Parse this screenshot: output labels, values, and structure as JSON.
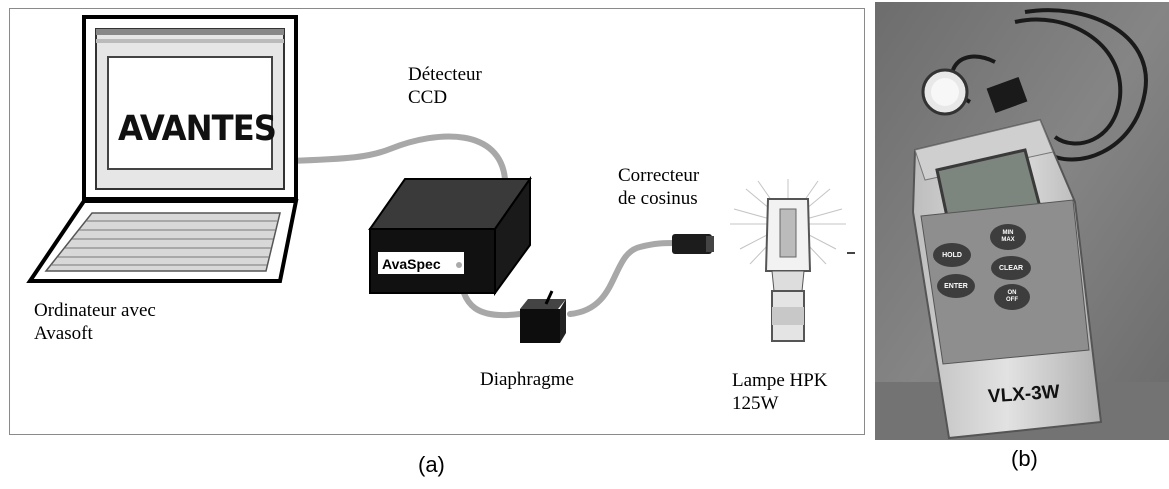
{
  "panel_a": {
    "laptop_logo": "AVANTES",
    "detector_label_line1": "Détecteur",
    "detector_label_line2": "CCD",
    "spectrometer_brand": "AvaSpec",
    "computer_label_line1": "Ordinateur avec",
    "computer_label_line2": "Avasoft",
    "corrector_label_line1": "Correcteur",
    "corrector_label_line2": "de cosinus",
    "diaphragm_label": "Diaphragme",
    "lamp_label_line1": "Lampe HPK",
    "lamp_label_line2": "125W"
  },
  "panel_b": {
    "device_model": "VLX-3W",
    "buttons": {
      "hold": "HOLD",
      "minmax_line1": "MIN",
      "minmax_line2": "MAX",
      "enter": "ENTER",
      "clear": "CLEAR",
      "onoff_line1": "ON",
      "onoff_line2": "OFF"
    }
  },
  "captions": {
    "a": "(a)",
    "b": "(b)"
  }
}
